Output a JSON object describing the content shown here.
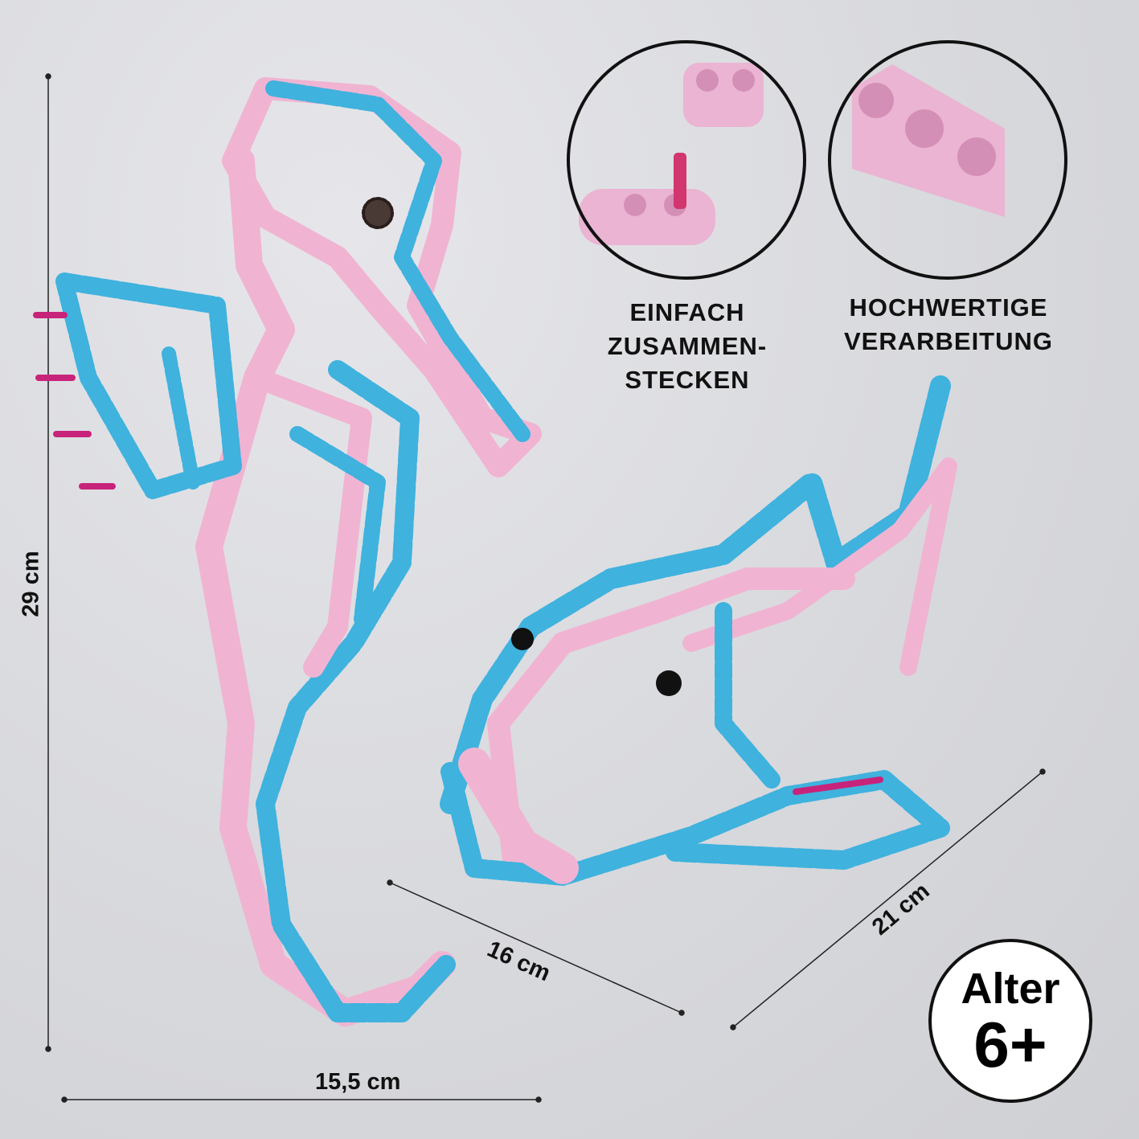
{
  "dimensions": {
    "seahorse_height": "29 cm",
    "seahorse_width": "15,5 cm",
    "dolphin_length": "16 cm",
    "dolphin_depth": "21 cm"
  },
  "features": [
    {
      "label_line1": "EINFACH",
      "label_line2": "ZUSAMMEN-",
      "label_line3": "STECKEN"
    },
    {
      "label_line1": "HOCHWERTIGE",
      "label_line2": "VERARBEITUNG"
    }
  ],
  "age_badge": {
    "label": "Alter",
    "value": "6+"
  },
  "colors": {
    "blue": "#3fb2de",
    "pink": "#f0b4d2",
    "magenta": "#c8237a",
    "background": "#d9dade"
  }
}
